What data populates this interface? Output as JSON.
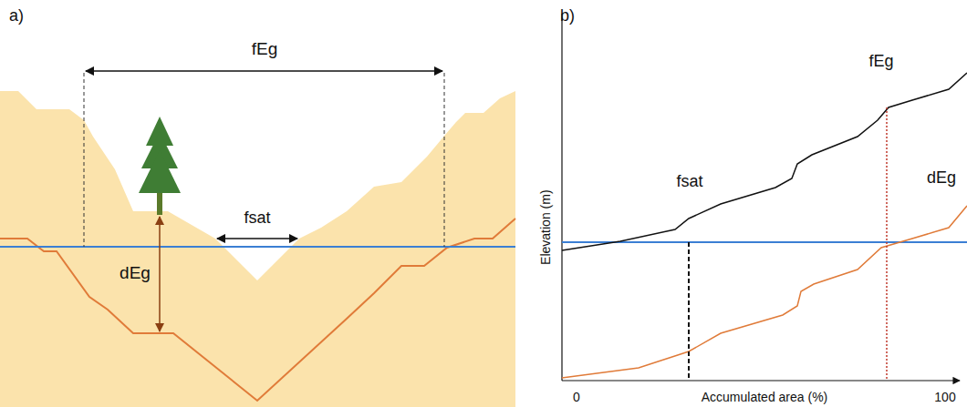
{
  "diagram": {
    "labels": [
      "a)",
      "b)",
      "fEg",
      "fsat",
      "dEg",
      "Elevation (m)",
      "fsat",
      "fEg",
      "dEg",
      "Accumulated area (%)",
      "0",
      "100"
    ]
  }
}
